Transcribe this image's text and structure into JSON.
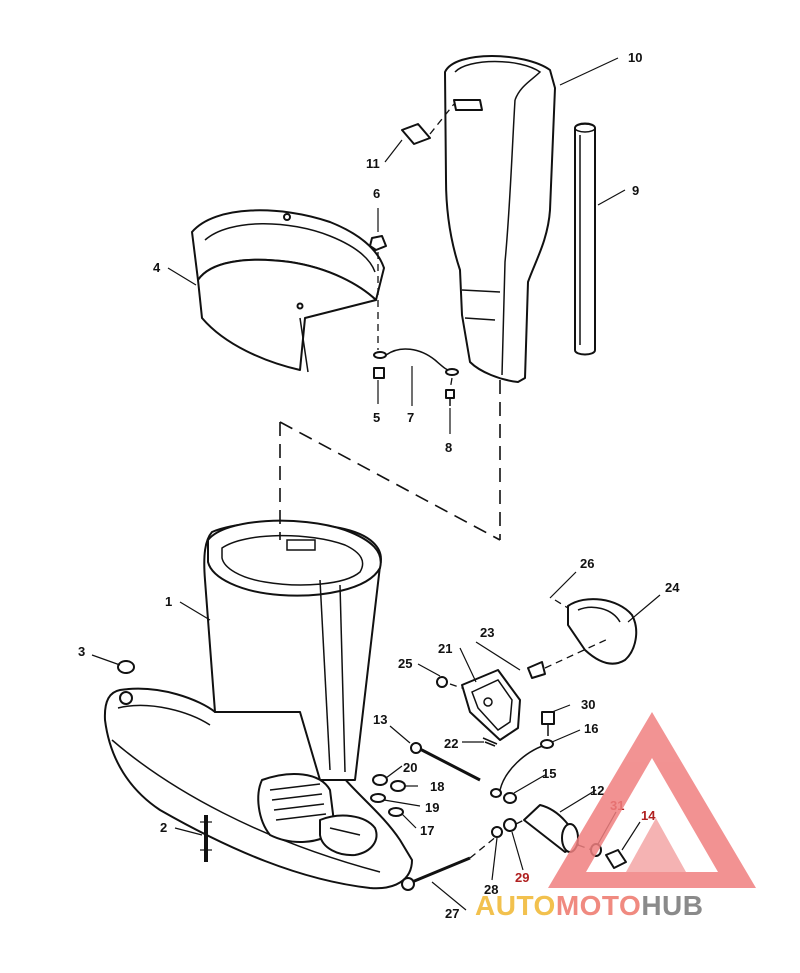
{
  "callouts": [
    {
      "id": "c1",
      "text": "1"
    },
    {
      "id": "c2",
      "text": "2"
    },
    {
      "id": "c3",
      "text": "3"
    },
    {
      "id": "c4",
      "text": "4"
    },
    {
      "id": "c5",
      "text": "5"
    },
    {
      "id": "c6",
      "text": "6"
    },
    {
      "id": "c7",
      "text": "7"
    },
    {
      "id": "c8",
      "text": "8"
    },
    {
      "id": "c9",
      "text": "9"
    },
    {
      "id": "c10",
      "text": "10"
    },
    {
      "id": "c11",
      "text": "11"
    },
    {
      "id": "c12",
      "text": "12"
    },
    {
      "id": "c13",
      "text": "13"
    },
    {
      "id": "c14",
      "text": "14"
    },
    {
      "id": "c15",
      "text": "15"
    },
    {
      "id": "c16",
      "text": "16"
    },
    {
      "id": "c17",
      "text": "17"
    },
    {
      "id": "c18",
      "text": "18"
    },
    {
      "id": "c19",
      "text": "19"
    },
    {
      "id": "c20",
      "text": "20"
    },
    {
      "id": "c21",
      "text": "21"
    },
    {
      "id": "c22",
      "text": "22"
    },
    {
      "id": "c23",
      "text": "23"
    },
    {
      "id": "c24",
      "text": "24"
    },
    {
      "id": "c25",
      "text": "25"
    },
    {
      "id": "c26",
      "text": "26"
    },
    {
      "id": "c27",
      "text": "27"
    },
    {
      "id": "c28",
      "text": "28"
    },
    {
      "id": "c29",
      "text": "29"
    },
    {
      "id": "c30",
      "text": "30"
    },
    {
      "id": "c31",
      "text": "31"
    }
  ],
  "watermark": {
    "part1": "AUTO",
    "part2": "MOTO",
    "part3": "HUB",
    "colors": {
      "auto": "#f2c14e",
      "moto": "#f08a80",
      "hub": "#8a8a8a",
      "logo": "#f08080"
    }
  }
}
